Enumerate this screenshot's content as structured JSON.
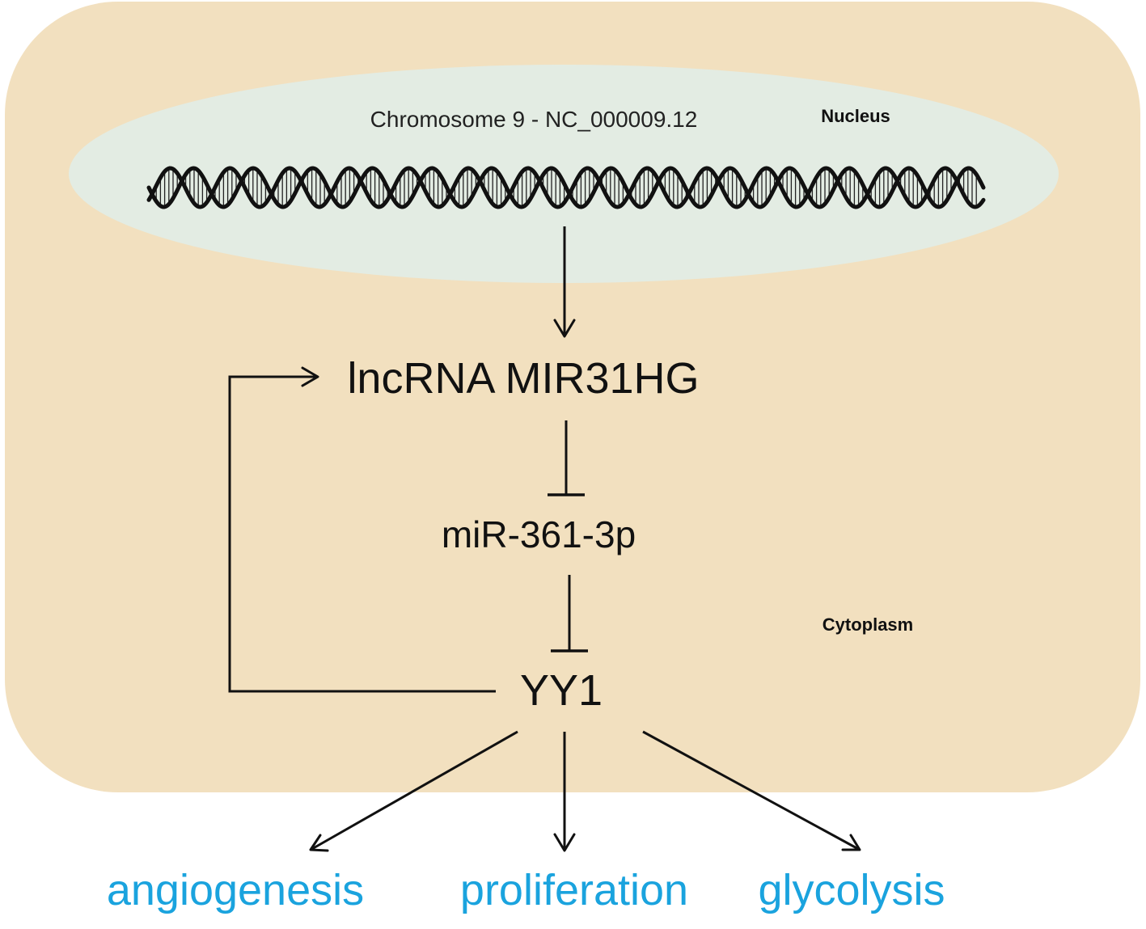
{
  "colors": {
    "cell_fill": "#f2e0bf",
    "nucleus_fill": "#e3ece3",
    "outcome_text": "#1aa3de",
    "line": "#111111"
  },
  "nucleus": {
    "title": "Chromosome 9 - NC_000009.12",
    "label": "Nucleus"
  },
  "cytoplasm": {
    "label": "Cytoplasm"
  },
  "nodes": {
    "lncrna": "lncRNA MIR31HG",
    "mirna": "miR-361-3p",
    "yy1": "YY1"
  },
  "outcomes": {
    "angiogenesis": "angiogenesis",
    "proliferation": "proliferation",
    "glycolysis": "glycolysis"
  },
  "edges": [
    {
      "from": "Chromosome 9",
      "to": "lncRNA MIR31HG",
      "kind": "activation"
    },
    {
      "from": "lncRNA MIR31HG",
      "to": "miR-361-3p",
      "kind": "inhibition"
    },
    {
      "from": "miR-361-3p",
      "to": "YY1",
      "kind": "inhibition"
    },
    {
      "from": "YY1",
      "to": "lncRNA MIR31HG",
      "kind": "activation"
    },
    {
      "from": "YY1",
      "to": "angiogenesis",
      "kind": "activation"
    },
    {
      "from": "YY1",
      "to": "proliferation",
      "kind": "activation"
    },
    {
      "from": "YY1",
      "to": "glycolysis",
      "kind": "activation"
    }
  ]
}
